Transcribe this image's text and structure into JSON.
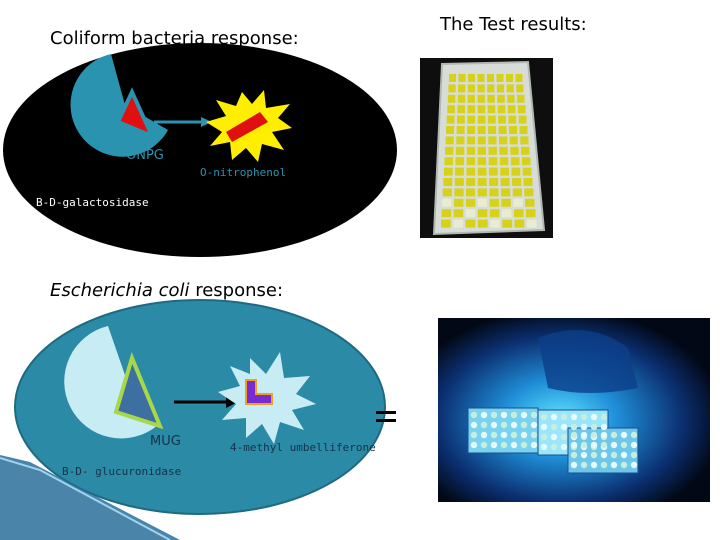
{
  "test_results_title": "The Test results:",
  "coliform": {
    "title": "Coliform bacteria response:",
    "substrate_label": "ONPG",
    "product_label": "O-nitrophenol",
    "enzyme_label": "B-D-galactosidase",
    "equals": "="
  },
  "ecoli": {
    "title_italic": "Escherichia coli",
    "title_rest": " response:",
    "substrate_label": "MUG",
    "product_label": "4-methyl umbelliferone",
    "enzyme_label": "B-D- glucuronidase",
    "equals": "="
  },
  "colors": {
    "coliform_cell": "#000000",
    "enzyme_blue": "#2a93b0",
    "substrate_red": "#e01010",
    "burst_yellow": "#ffee00",
    "ecoli_cell": "#2b8aa6",
    "ecoli_enzyme": "#c8ecf4",
    "mug_fill": "#3d6fa0",
    "mug_stroke": "#a8d84a",
    "product_purple": "#7a2bd0",
    "product_orange": "#f0a020"
  }
}
